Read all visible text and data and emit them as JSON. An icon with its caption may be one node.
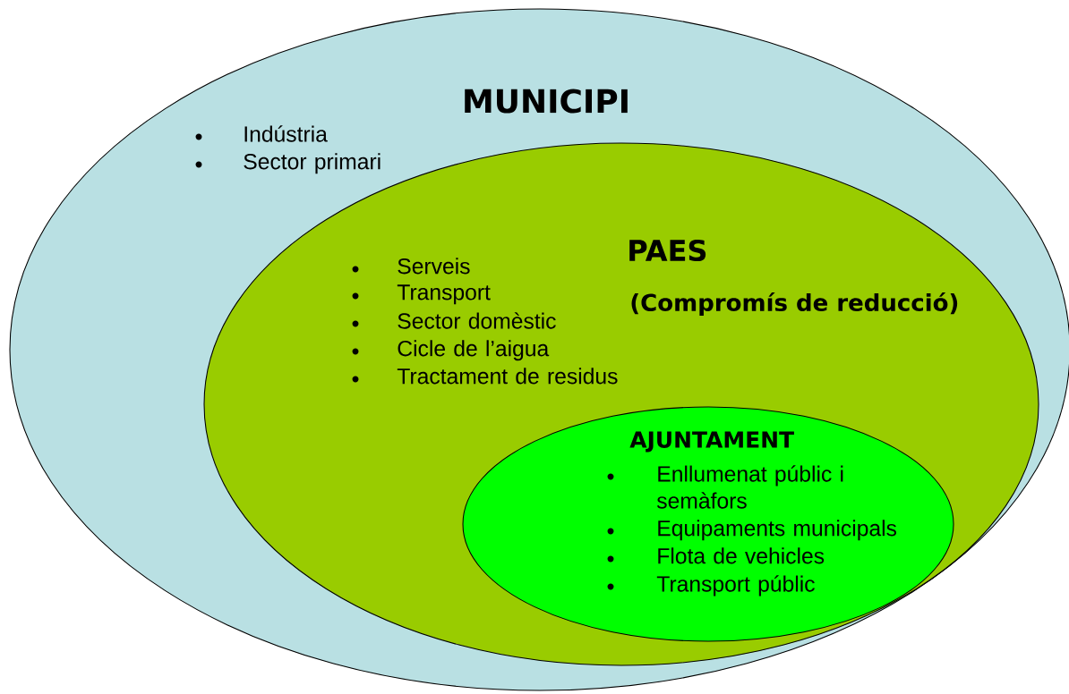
{
  "diagram": {
    "nodes": [
      {
        "text": [
          "MUNICIPI",
          "Indústria",
          "Sector primari"
        ]
      },
      {
        "text": [
          "PAES",
          "(Compromís de reducció)",
          "Serveis",
          "Transport",
          "Sector domèstic",
          "Cicle de l’aigua",
          "Tractament de residus"
        ],
        "in": 0
      },
      {
        "text": [
          "AJUNTAMENT",
          "Enllumenat públic i semàfors",
          "Equipaments municipals",
          "Flota de vehicles",
          "Transport públic"
        ],
        "in": 1
      }
    ]
  }
}
